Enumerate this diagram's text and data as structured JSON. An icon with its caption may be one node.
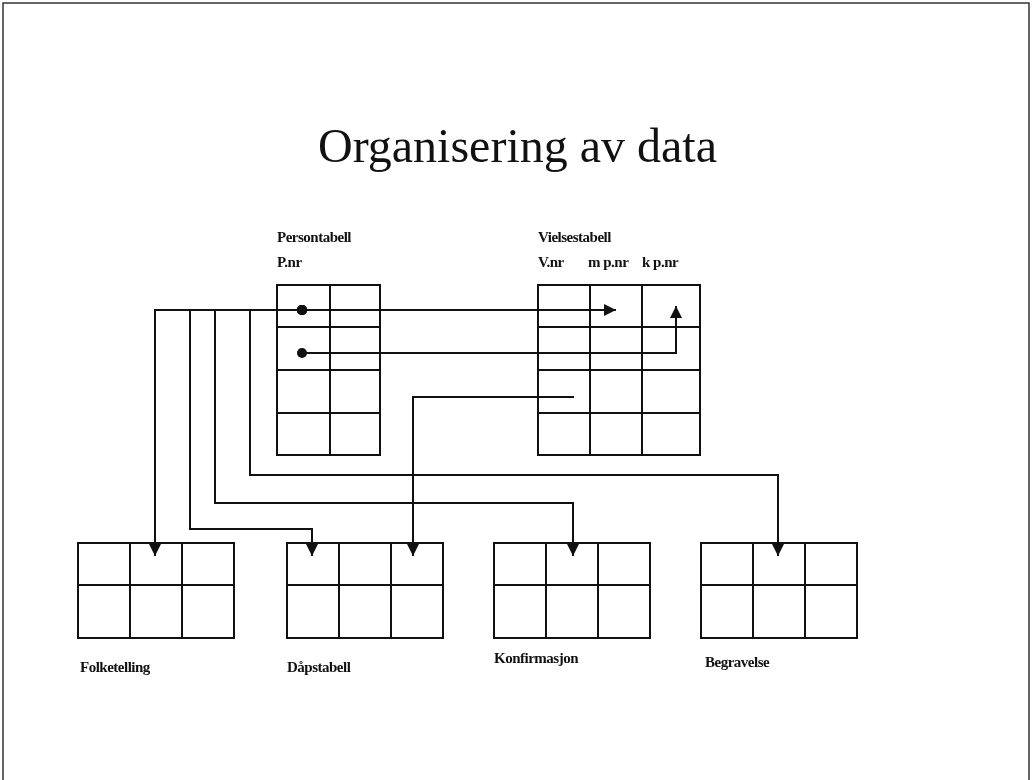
{
  "diagram": {
    "title": "Organisering av data",
    "nodes": [
      {
        "text": [
          "Persontabell",
          "P.nr"
        ]
      },
      {
        "text": [
          "Vielsestabell",
          "V.nr",
          "m p.nr",
          "k p.nr"
        ]
      },
      {
        "text": [
          "Folketelling"
        ]
      },
      {
        "text": [
          "Dåpstabell"
        ]
      },
      {
        "text": [
          "Konfirmasjon"
        ]
      },
      {
        "text": [
          "Begravelse"
        ]
      }
    ],
    "edges": [
      {
        "from": 0,
        "to": 1,
        "arrow": "to"
      },
      {
        "from": 0,
        "to": 1,
        "arrow": "to"
      },
      {
        "from": 0,
        "to": 2,
        "arrow": "to"
      },
      {
        "from": 0,
        "to": 3,
        "arrow": "to"
      },
      {
        "from": 0,
        "to": 4,
        "arrow": "to"
      },
      {
        "from": 0,
        "to": 5,
        "arrow": "to"
      },
      {
        "from": 1,
        "to": 3,
        "arrow": "to"
      }
    ]
  }
}
